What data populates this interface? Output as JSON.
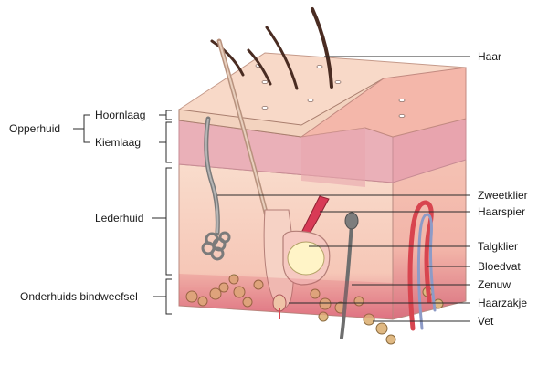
{
  "labels": {
    "left": {
      "opperhuid": "Opperhuid",
      "hoornlaag": "Hoornlaag",
      "kiemlaag": "Kiemlaag",
      "lederhuid": "Lederhuid",
      "onderhuids": "Onderhuids bindweefsel"
    },
    "right": {
      "haar": "Haar",
      "zweetklier": "Zweetklier",
      "haarspier": "Haarspier",
      "talgklier": "Talgklier",
      "bloedvat": "Bloedvat",
      "zenuw": "Zenuw",
      "haarzakje": "Haarzakje",
      "vet": "Vet"
    }
  },
  "colors": {
    "line": "#2b2b2b",
    "horny_layer": "#f6dccb",
    "germinal_layer": "#eab0b8",
    "dermis": "#f9d6c4",
    "subcutis": "#e48f9a",
    "fat": "#e0b983",
    "hair": "#4a2c22",
    "sebaceous": "#fff4c7",
    "vessel_red": "#d8454f",
    "nerve": "#7d7d7d"
  }
}
